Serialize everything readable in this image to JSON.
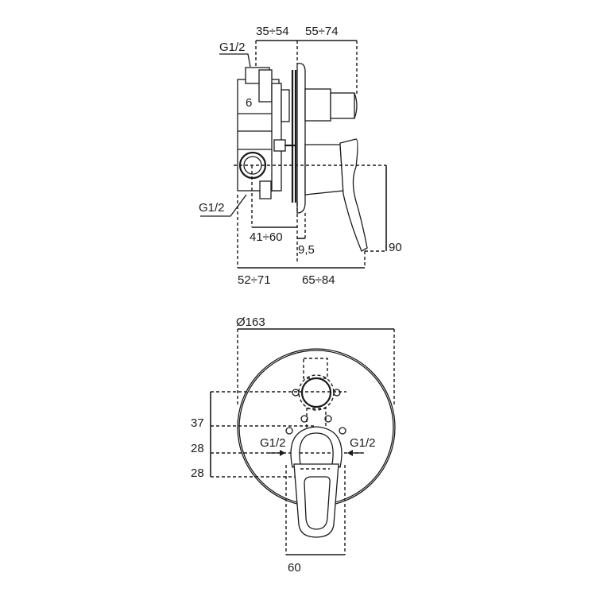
{
  "side_view": {
    "labels": {
      "top_left_dim": "35÷54",
      "top_right_dim": "55÷74",
      "inlet_top": "G1/2",
      "depth_mark": "6",
      "inlet_bottom": "G1/2",
      "inner_depth": "41÷60",
      "plate_gap": "9,5",
      "handle_height": "90",
      "bottom_left_dim": "52÷71",
      "bottom_right_dim": "65÷84"
    }
  },
  "front_view": {
    "labels": {
      "diameter": "Ø163",
      "vert_dim_1": "37",
      "vert_dim_2": "28",
      "vert_dim_3": "28",
      "inlet_left": "G1/2",
      "inlet_right": "G1/2",
      "handle_width": "60"
    }
  },
  "colors": {
    "line": "#1a1a1a",
    "background": "#ffffff"
  }
}
